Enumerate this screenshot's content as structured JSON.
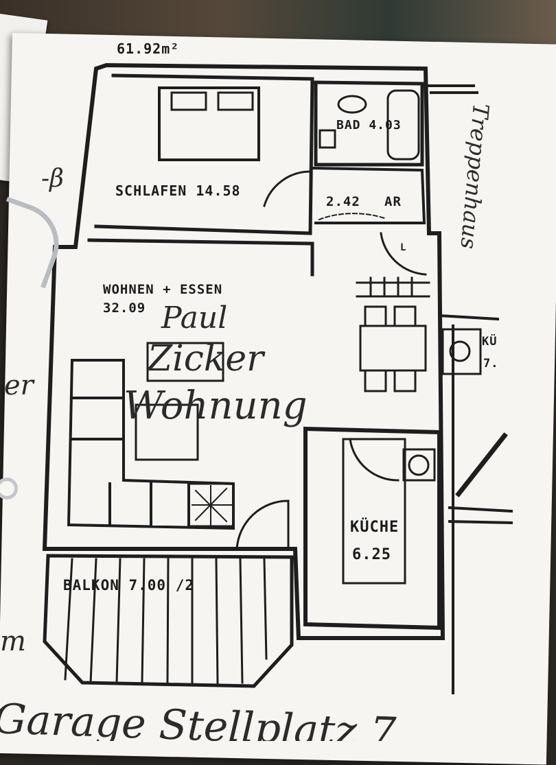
{
  "floorplan": {
    "top_dimension": "61.92m²",
    "rooms": {
      "schlafen": "SCHLAFEN 14.58",
      "bad": "BAD 4.03",
      "flur": "2.42",
      "ar": "AR",
      "wohnen_label": "WOHNEN + ESSEN",
      "wohnen_area": "32.09",
      "kueche_label": "KÜCHE",
      "kueche_area": "6.25",
      "balkon": "BALKON 7.00 /2",
      "kue_neighbor": "KÜ",
      "kue_neighbor_num": "7."
    },
    "door_mark": "L"
  },
  "annotations": {
    "treppenhaus": "Treppenhaus",
    "name_line1": "Paul",
    "name_line2": "Zicker",
    "name_line3": "Wohnung",
    "bottom": "Garage Stellplatz 7",
    "left_beta": "-β",
    "left_er": "er",
    "left_m": "m"
  }
}
